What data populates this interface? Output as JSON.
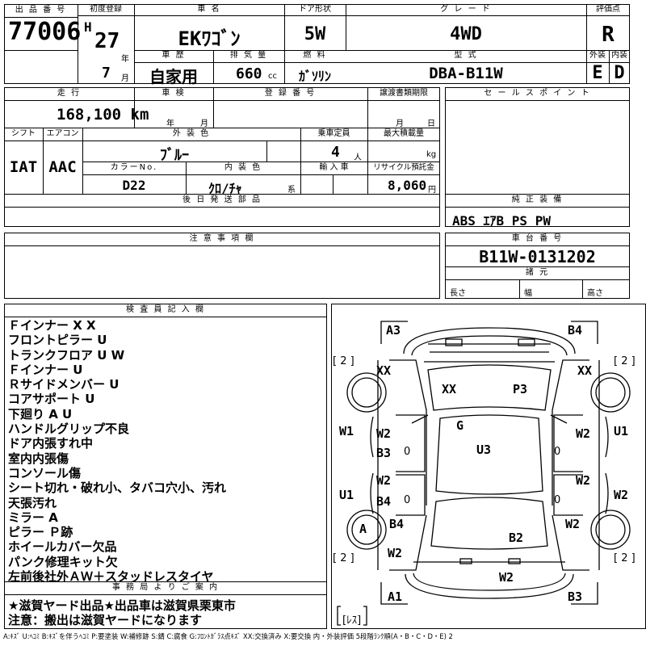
{
  "labels": {
    "lot_no": "出 品 番 号",
    "first_reg": "初度登録",
    "car_name": "車   名",
    "door": "ドア形状",
    "grade": "グ レ ー ド",
    "score": "評価点",
    "history": "車 歴",
    "displacement": "排 気 量",
    "fuel": "燃 料",
    "model": "型 式",
    "ext": "外装",
    "int": "内装",
    "mileage": "走 行",
    "inspection": "車 検",
    "reg_no": "登 録 番 号",
    "transfer": "譲渡書類期限",
    "sales_point": "セ ー ル ス ポ イ ン ト",
    "shift": "シフト",
    "ac": "エアコン",
    "ext_color": "外 装 色",
    "capacity": "乗車定員",
    "max_load": "最大積載量",
    "color_no": "カラーNo.",
    "int_color": "内 装 色",
    "import": "輸 入 車",
    "recycle": "リサイクル預託金",
    "later_parts": "後 日 発 送 部 品",
    "equipment": "純 正 装 備",
    "notes": "注 意 事 項 欄",
    "chassis": "車 台 番 号",
    "specs": "諸 元",
    "length": "長さ",
    "width": "幅",
    "height": "高さ",
    "inspector": "検 査 員 記 入 欄",
    "office": "事 務 局 よ り ご 案 内"
  },
  "vehicle": {
    "lot_no": "77006",
    "era": "H",
    "year": "27",
    "year_unit": "年",
    "month": "7",
    "month_unit": "月",
    "car_name": "EKﾜｺﾞﾝ",
    "door": "5W",
    "grade": "4WD",
    "score": "R",
    "history": "自家用",
    "displacement": "660",
    "displacement_unit": "cc",
    "fuel": "ｶﾞｿﾘﾝ",
    "model": "DBA-B11W",
    "ext_grade": "E",
    "int_grade": "D",
    "mileage": "168,100 km",
    "insp_year": "年",
    "insp_month": "月",
    "transfer_month": "月",
    "transfer_day": "日",
    "shift": "IAT",
    "ac": "AAC",
    "ext_color": "ﾌﾞﾙｰ",
    "capacity": "4",
    "capacity_unit": "人",
    "load_unit": "kg",
    "color_no": "D22",
    "int_color": "ｸﾛ/ﾁｬ",
    "int_color_suffix": "系",
    "recycle": "8,060",
    "recycle_unit": "円",
    "equipment": "ABS ｴｱB PS PW",
    "chassis": "B11W-0131202"
  },
  "inspector_notes": [
    "Ｆインナー X X",
    "フロントピラー U",
    "トランクフロア U W",
    "Ｆインナー U",
    "Ｒサイドメンバー U",
    "コアサポート U",
    "下廻り A U",
    "ハンドルグリップ不良",
    "ドア内張すれ中",
    "室内内張傷",
    "コンソール傷",
    "シート切れ・破れ小、タバコ穴小、汚れ",
    "天張汚れ",
    "ミラー A",
    "ピラー Ｐ跡",
    "ホイールカバー欠品",
    "パンク修理キット欠",
    "左前後社外ＡＷ＋スタッドレスタイヤ"
  ],
  "office_notes": [
    "★滋賀ヤード出品★出品車は滋賀県栗東市",
    "注意：搬出は滋賀ヤードになります"
  ],
  "diagram": {
    "tl": "A3",
    "tr": "B4",
    "bracket_tl": "[ 2 ]",
    "bracket_tr": "[ 2 ]",
    "bracket_bl": "[ 2 ]",
    "bracket_br": "[ 2 ]",
    "wheel_fl": "XX",
    "wheel_fr": "XX",
    "hood_l": "XX",
    "hood_r": "P3",
    "roof": "G",
    "center": "U3",
    "side_l_top": "W1",
    "side_r_top": "U1",
    "door_fl_top": "W2",
    "door_fl_bot": "B3",
    "door_fr": "W2",
    "door_rl_top": "W2",
    "door_rl_bot": "B4",
    "door_rr": "W2",
    "side_l_bot": "U1",
    "side_r_bot": "W2",
    "wheel_rl": "A",
    "rear_l": "B4",
    "rear_r": "W2",
    "trunk": "B2",
    "rear_l_bot": "W2",
    "bottom_c": "W2",
    "bl": "A1",
    "br": "B3",
    "spare": "[ﾚｽ]",
    "zero": "0"
  },
  "legend": "A:ｷｽﾞ U:ﾍｺﾐ B:ｷｽﾞを伴うﾍｺﾐ P:要塗装 W:補修跡 S:錆 C:腐食 G:ﾌﾛﾝﾄｶﾞﾗｽ点ｷｽﾞ XX:交換済み X:要交換 内・外装評価 5段階ﾗﾝｸ順(A・B・C・D・E) 2"
}
